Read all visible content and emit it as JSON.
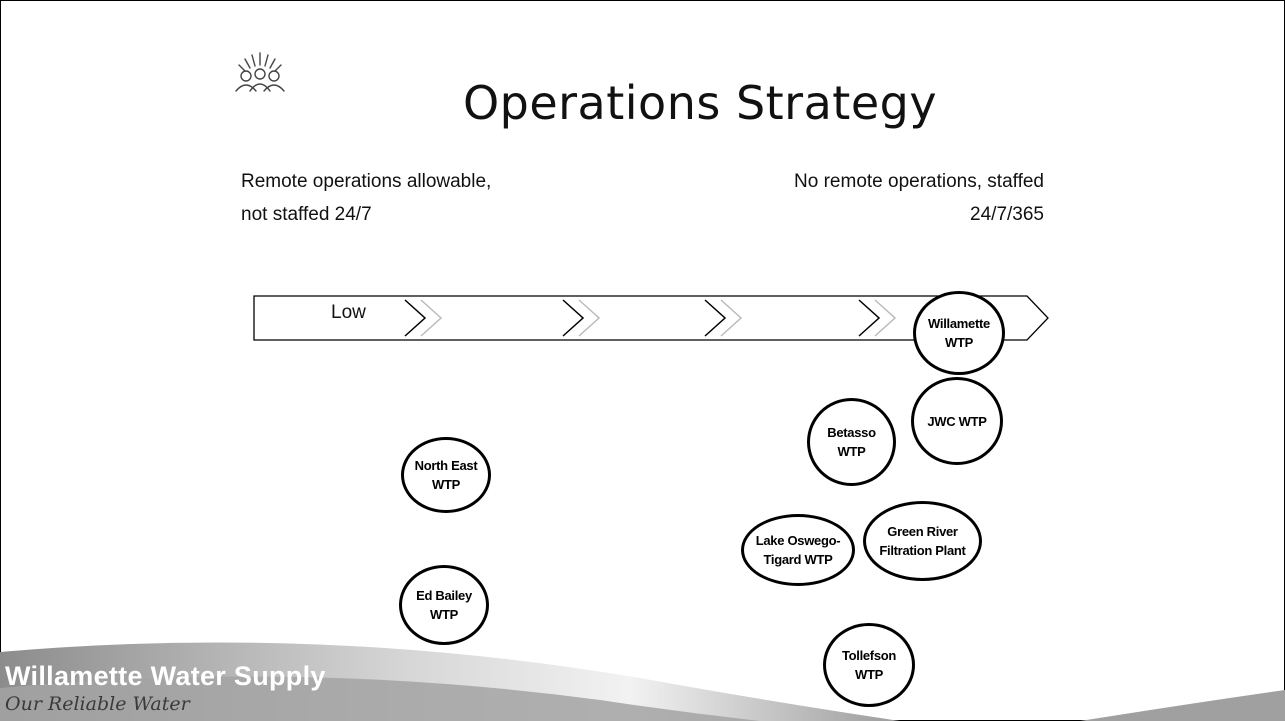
{
  "slide": {
    "title": "Operations Strategy",
    "left_label": "Remote operations allowable, not staffed 24/7",
    "right_label": "No remote operations, staffed 24/7/365",
    "scale_low_label": "Low"
  },
  "plants": [
    {
      "id": "willamette",
      "label": "Willamette\nWTP"
    },
    {
      "id": "jwc",
      "label": "JWC WTP"
    },
    {
      "id": "betasso",
      "label": "Betasso\nWTP"
    },
    {
      "id": "north-east",
      "label": "North East\nWTP"
    },
    {
      "id": "lake-oswego",
      "label": "Lake Oswego-\nTigard WTP"
    },
    {
      "id": "green-river",
      "label": "Green River\nFiltration Plant"
    },
    {
      "id": "ed-bailey",
      "label": "Ed Bailey\nWTP"
    },
    {
      "id": "tollefson",
      "label": "Tollefson\nWTP"
    }
  ],
  "footer": {
    "brand": "Willamette Water Supply",
    "tagline": "Our Reliable Water"
  },
  "colors": {
    "footer_band": "#9a9a9a",
    "footer_light": "#e6e6e6",
    "text": "#111111"
  }
}
